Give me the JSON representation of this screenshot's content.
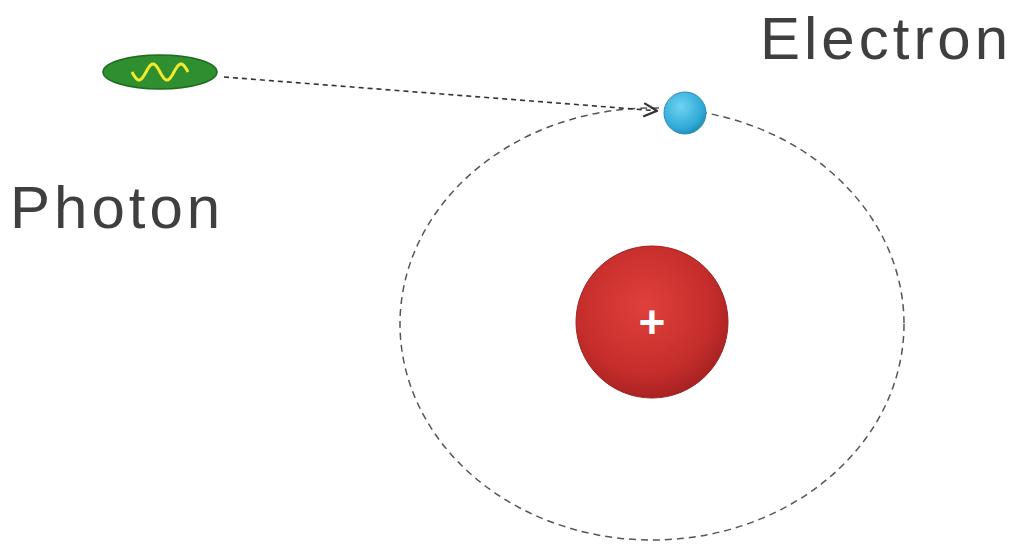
{
  "diagram": {
    "nodes": [
      {
        "text": [
          "Photon"
        ]
      },
      {
        "text": [
          "Electron"
        ]
      },
      {
        "text": [
          "+"
        ]
      }
    ],
    "edges": [
      {
        "from": 0,
        "to": 1,
        "arrow": "to"
      }
    ]
  }
}
